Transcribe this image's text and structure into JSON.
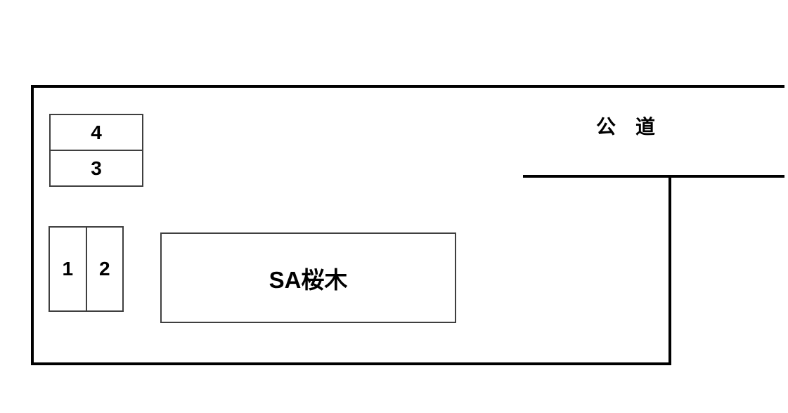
{
  "site_plan": {
    "road_label": "公　道",
    "building_label": "SA桜木",
    "parking_block_rear": {
      "spaces": [
        {
          "label": "4"
        },
        {
          "label": "3"
        }
      ]
    },
    "parking_block_front": {
      "spaces": [
        {
          "label": "1"
        },
        {
          "label": "2"
        }
      ]
    }
  },
  "colors": {
    "line": "#000000",
    "box-border": "#3f3f3f",
    "text": "#000000",
    "background": "#ffffff"
  }
}
